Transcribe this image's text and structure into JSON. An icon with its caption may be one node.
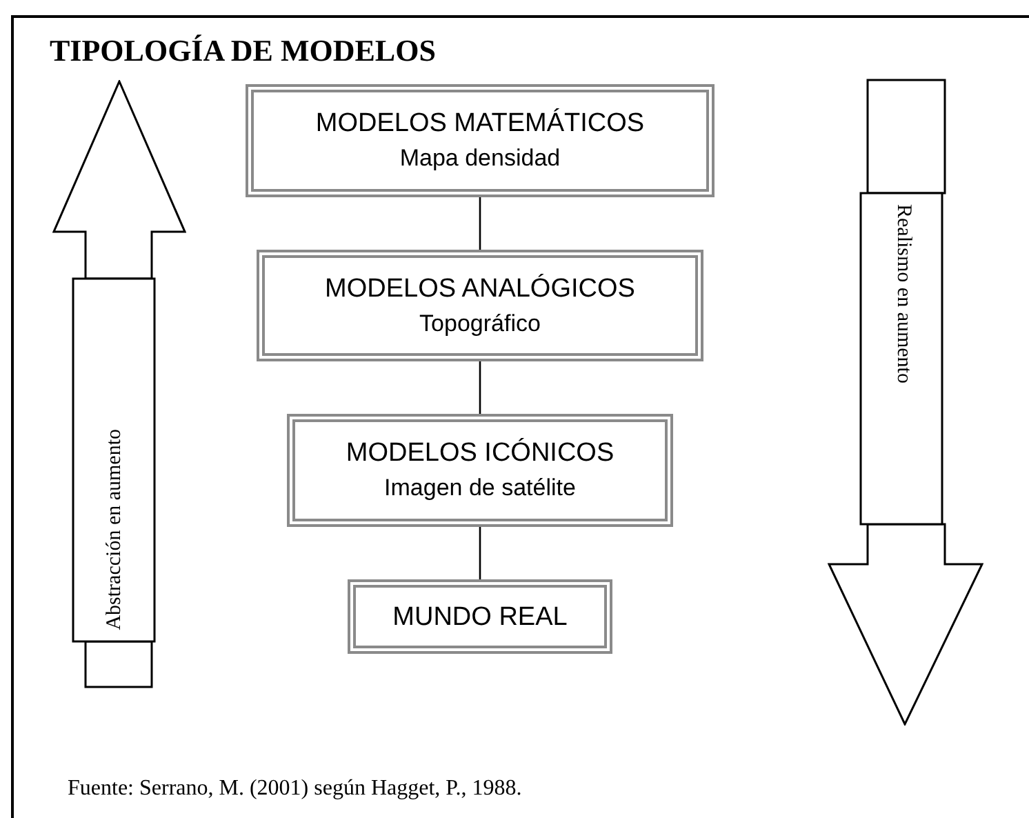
{
  "diagram": {
    "title": "TIPOLOGÍA DE MODELOS",
    "caption": "Fuente: Serrano, M. (2001) según Hagget, P., 1988.",
    "nodes": [
      {
        "text": [
          "MODELOS MATEMÁTICOS",
          "Mapa densidad"
        ]
      },
      {
        "text": [
          "MODELOS ANALÓGICOS",
          "Topográfico"
        ]
      },
      {
        "text": [
          "MODELOS ICÓNICOS",
          "Imagen de satélite"
        ]
      },
      {
        "text": [
          "MUNDO REAL"
        ]
      },
      {
        "text": [
          "Abstracción en aumento"
        ]
      },
      {
        "text": [
          "Realismo en aumento"
        ]
      }
    ],
    "edges": [
      {
        "from": 0,
        "to": 1,
        "arrow": "none"
      },
      {
        "from": 1,
        "to": 2,
        "arrow": "none"
      },
      {
        "from": 2,
        "to": 3,
        "arrow": "none"
      }
    ]
  }
}
